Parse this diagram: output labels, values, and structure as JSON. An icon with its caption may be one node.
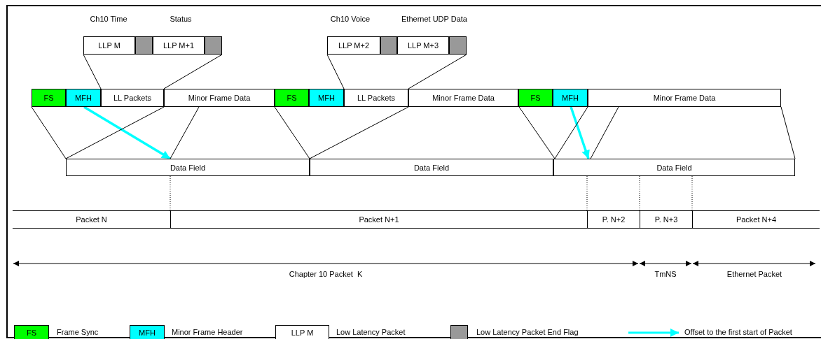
{
  "diagram": {
    "nodes": [
      {
        "text": [
          "LLP M"
        ]
      },
      {
        "text": [],
        "shape": "box"
      },
      {
        "text": [
          "LLP M+1"
        ]
      },
      {
        "text": [],
        "shape": "box"
      },
      {
        "text": [
          "LLP M+2"
        ]
      },
      {
        "text": [],
        "shape": "box"
      },
      {
        "text": [
          "LLP M+3"
        ]
      },
      {
        "text": [],
        "shape": "box"
      },
      {
        "text": [
          "FS"
        ]
      },
      {
        "text": [
          "MFH"
        ]
      },
      {
        "text": [
          "LL Packets"
        ]
      },
      {
        "text": [
          "Minor Frame Data"
        ]
      },
      {
        "text": [
          "FS"
        ]
      },
      {
        "text": [
          "MFH"
        ]
      },
      {
        "text": [
          "LL Packets"
        ]
      },
      {
        "text": [
          "Minor Frame Data"
        ]
      },
      {
        "text": [
          "FS"
        ]
      },
      {
        "text": [
          "MFH"
        ]
      },
      {
        "text": [
          "Minor Frame Data"
        ]
      },
      {
        "text": [
          "Data Field"
        ]
      },
      {
        "text": [
          "Data Field"
        ]
      },
      {
        "text": [
          "Data Field"
        ]
      },
      {
        "text": [
          "Packet N"
        ]
      },
      {
        "text": [
          "Packet N+1"
        ]
      },
      {
        "text": [
          "P. N+2"
        ]
      },
      {
        "text": [
          "P. N+3"
        ]
      },
      {
        "text": [
          "Packet N+4"
        ]
      }
    ],
    "edges": [
      {
        "from": 9,
        "to": 19,
        "arrow": "to",
        "style": "thick",
        "color": "#00ffff"
      },
      {
        "from": 17,
        "to": 21,
        "arrow": "to",
        "style": "thick",
        "color": "#00ffff"
      },
      {
        "from": 0,
        "to": 10,
        "arrow": "none"
      },
      {
        "from": 3,
        "to": 10,
        "arrow": "none"
      },
      {
        "from": 4,
        "to": 14,
        "arrow": "none"
      },
      {
        "from": 7,
        "to": 14,
        "arrow": "none"
      },
      {
        "from": 8,
        "to": 19,
        "arrow": "none"
      },
      {
        "from": 10,
        "to": 19,
        "arrow": "none"
      },
      {
        "from": 11,
        "to": 19,
        "arrow": "none"
      },
      {
        "from": 12,
        "to": 20,
        "arrow": "none"
      },
      {
        "from": 14,
        "to": 20,
        "arrow": "none"
      },
      {
        "from": 16,
        "to": 21,
        "arrow": "none"
      },
      {
        "from": 17,
        "to": 21,
        "arrow": "none"
      },
      {
        "from": 18,
        "to": 21,
        "arrow": "none"
      },
      {
        "from": 18,
        "to": 21,
        "arrow": "none"
      },
      {
        "from": 19,
        "to": 23,
        "arrow": "none",
        "style": "dashed"
      },
      {
        "from": 21,
        "to": 24,
        "arrow": "none",
        "style": "dashed"
      },
      {
        "from": 21,
        "to": 25,
        "arrow": "none",
        "style": "dashed"
      },
      {
        "from": 21,
        "to": 26,
        "arrow": "none",
        "style": "dashed"
      }
    ],
    "labels": [
      "Ch10 Time",
      "Status",
      "Ch10 Voice",
      "Ethernet UDP Data",
      "Chapter 10 Packet  K",
      "TmNS",
      "Ethernet Packet",
      "FS",
      "MFH",
      "LLP M"
    ],
    "legend": [
      {
        "text": "Frame Sync",
        "color": "#00ff00"
      },
      {
        "text": "Minor Frame Header",
        "color": "#00ffff"
      },
      {
        "text": "Low Latency Packet",
        "color": "#ffffff"
      },
      {
        "text": "Low Latency Packet End Flag",
        "color": "#999999"
      },
      {
        "text": "Offset to the first start of Packet"
      }
    ]
  }
}
